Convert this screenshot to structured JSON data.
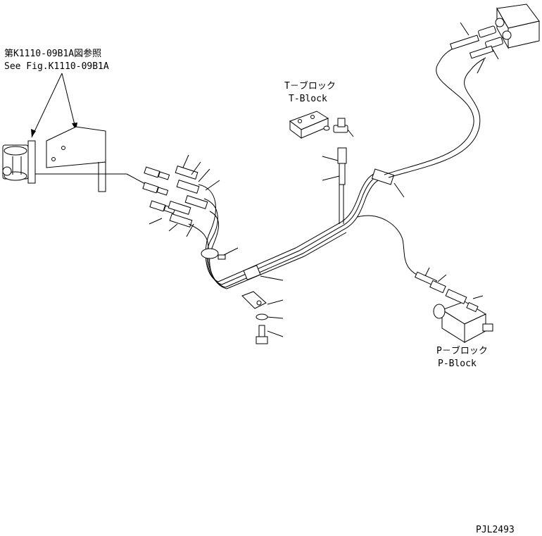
{
  "reference": {
    "jp": "第K1110-09B1A図参照",
    "en": "See Fig.K1110-09B1A"
  },
  "t_block": {
    "jp": "T－ブロック",
    "en": "T-Block"
  },
  "p_block": {
    "jp": "P－ブロック",
    "en": "P-Block"
  },
  "drawing_code": "PJL2493"
}
